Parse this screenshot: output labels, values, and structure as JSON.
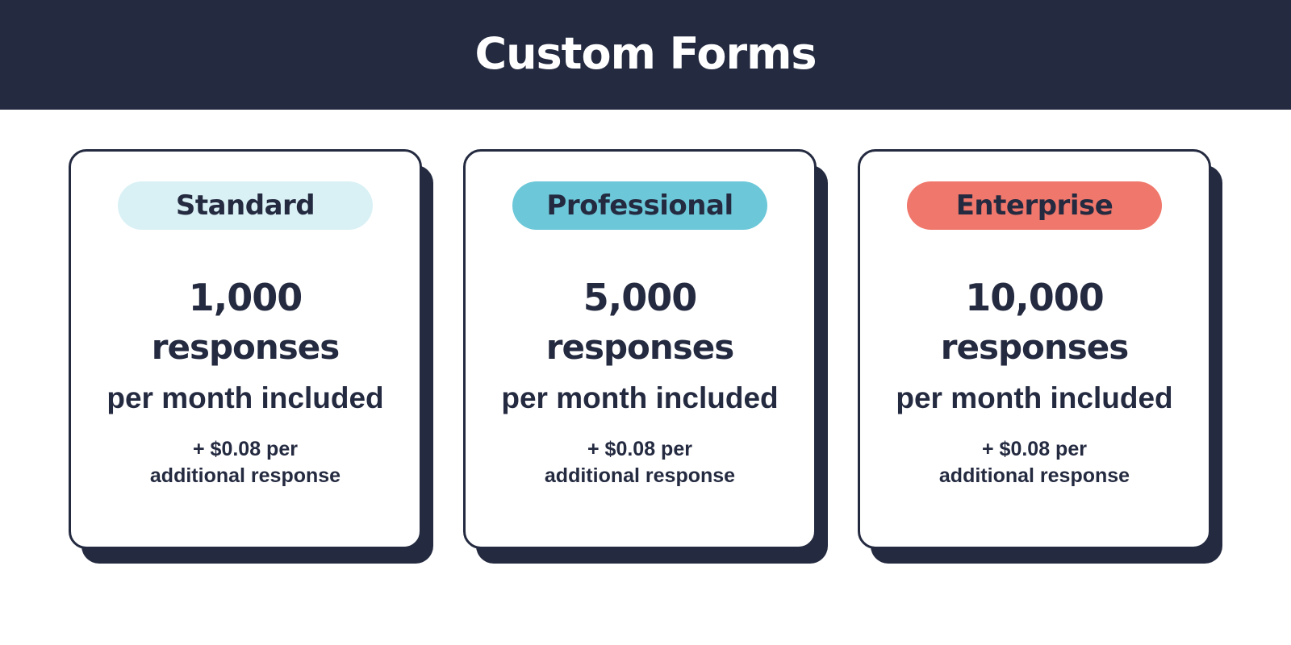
{
  "header": {
    "title": "Custom Forms"
  },
  "colors": {
    "navy": "#242a40",
    "standard_pill": "#d9f1f5",
    "professional_pill": "#6cc8d9",
    "enterprise_pill": "#f0776b"
  },
  "plans": [
    {
      "name": "Standard",
      "quantity": "1,000",
      "unit": "responses",
      "period": "per month included",
      "extra_line1": "+ $0.08 per",
      "extra_line2": "additional response"
    },
    {
      "name": "Professional",
      "quantity": "5,000",
      "unit": "responses",
      "period": "per month included",
      "extra_line1": "+ $0.08 per",
      "extra_line2": "additional response"
    },
    {
      "name": "Enterprise",
      "quantity": "10,000",
      "unit": "responses",
      "period": "per month included",
      "extra_line1": "+ $0.08 per",
      "extra_line2": "additional response"
    }
  ]
}
